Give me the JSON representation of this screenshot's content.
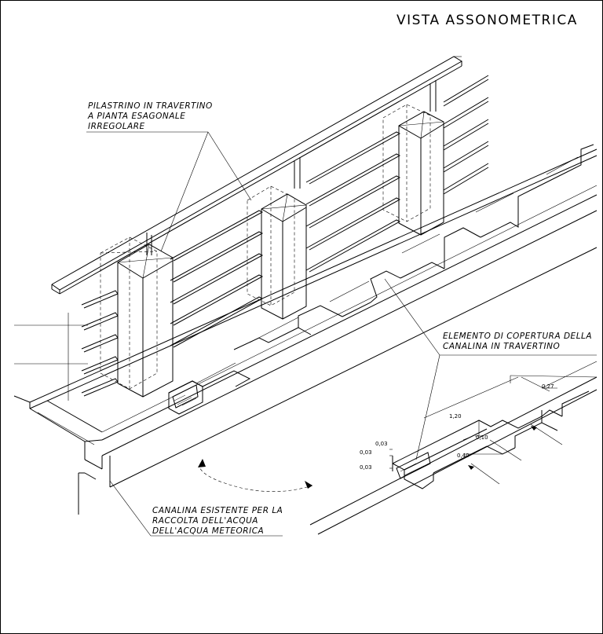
{
  "title": "VISTA ASSONOMETRICA",
  "labels": {
    "pilastrino": [
      "PILASTRINO IN TRAVERTINO",
      "A PIANTA ESAGONALE",
      "IRREGOLARE"
    ],
    "elemento": [
      "ELEMENTO DI COPERTURA DELLA",
      "CANALINA IN TRAVERTINO"
    ],
    "canalina": [
      "CANALINA ESISTENTE PER LA",
      "RACCOLTA DELL'ACQUA",
      "DELL'ACQUA METEORICA"
    ]
  },
  "dimensions": {
    "d1": "1,20",
    "d2": "0,27",
    "d3": "0,10",
    "d4": "0,40",
    "d5": "0,03",
    "d6": "0,03",
    "d7": "0,03"
  }
}
